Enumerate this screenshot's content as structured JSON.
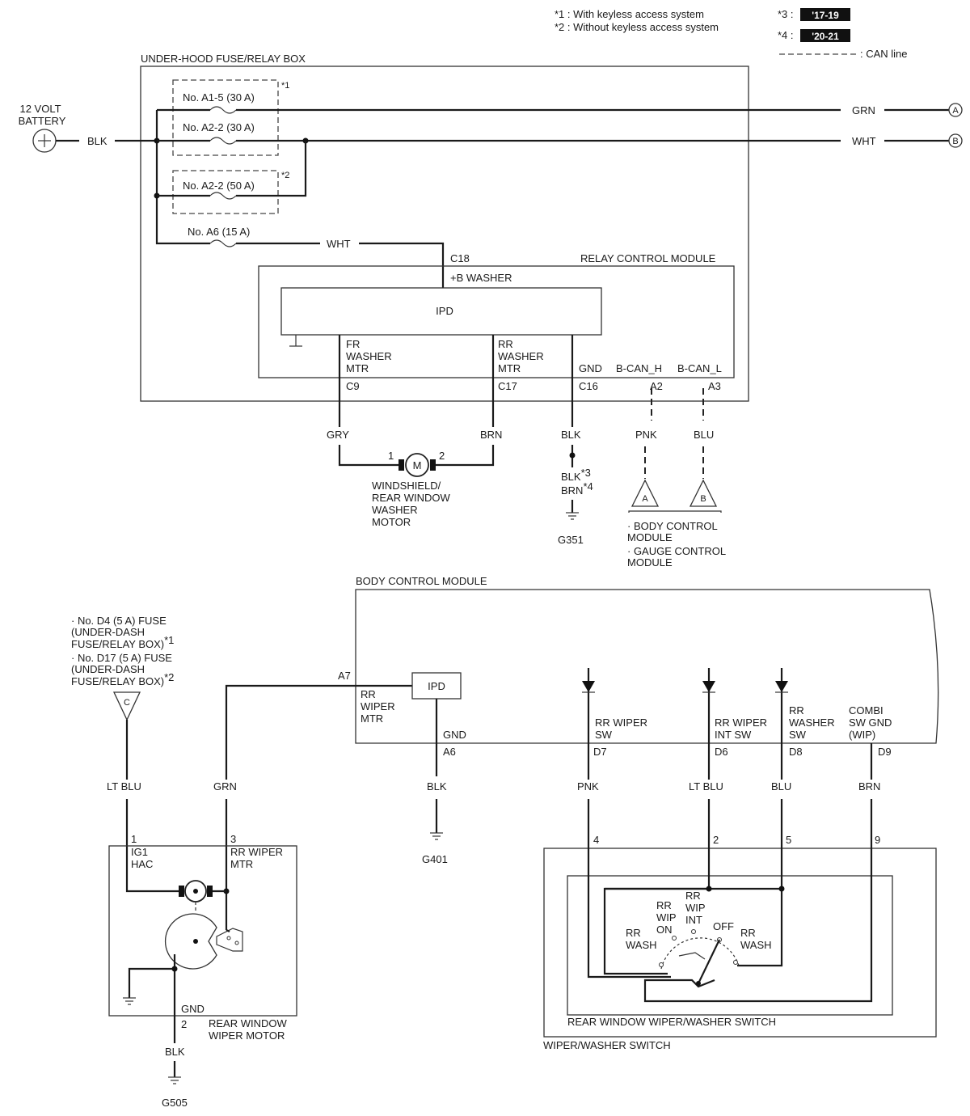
{
  "legend": {
    "note1": "*1 : With keyless access system",
    "note2": "*2 : Without keyless access system",
    "note3_key": "*3 :",
    "note3_val": "'17-19",
    "note4_key": "*4 :",
    "note4_val": "'20-21",
    "can_line": ": CAN line"
  },
  "underhood": {
    "title": "UNDER-HOOD FUSE/RELAY BOX",
    "battery": [
      "12 VOLT",
      "BATTERY"
    ],
    "battery_wire": "BLK",
    "fuse_a1_5": "No. A1-5 (30 A)",
    "fuse_a2_2_30": "No. A2-2 (30 A)",
    "fuse_a2_2_50": "No. A2-2 (50 A)",
    "fuse_a6": "No. A6 (15 A)",
    "star1": "*1",
    "star2": "*2",
    "wire_grn": "GRN",
    "wire_wht": "WHT",
    "conn_a": "A",
    "conn_b": "B",
    "a6_wire": "WHT"
  },
  "relay_module": {
    "title": "RELAY CONTROL MODULE",
    "c18": "C18",
    "b_washer": "+B WASHER",
    "ipd": "IPD",
    "fr_washer": [
      "FR",
      "WASHER",
      "MTR"
    ],
    "rr_washer": [
      "RR",
      "WASHER",
      "MTR"
    ],
    "gnd": "GND",
    "bcan_h": "B-CAN_H",
    "bcan_l": "B-CAN_L",
    "c9": "C9",
    "c17": "C17",
    "c16": "C16",
    "a2": "A2",
    "a3": "A3"
  },
  "washer_area": {
    "gry": "GRY",
    "brn": "BRN",
    "blk": "BLK",
    "pnk": "PNK",
    "blu": "BLU",
    "pin1": "1",
    "pin2": "2",
    "motor_letter": "M",
    "motor_label": [
      "WINDSHIELD/",
      "REAR WINDOW",
      "WASHER",
      "MOTOR"
    ],
    "blk_note": "BLK",
    "blk_sup": "*3",
    "brn_note": "BRN",
    "brn_sup": "*4",
    "g351": "G351",
    "tri_a": "A",
    "tri_b": "B",
    "bcm_note": [
      "· BODY CONTROL",
      "MODULE",
      "· GAUGE CONTROL",
      "MODULE"
    ]
  },
  "bcm": {
    "title": "BODY CONTROL MODULE",
    "a7": "A7",
    "rr_wiper_mtr": [
      "RR",
      "WIPER",
      "MTR"
    ],
    "ipd": "IPD",
    "gnd": "GND",
    "a6": "A6",
    "rr_wiper_sw": [
      "RR WIPER",
      "SW"
    ],
    "rr_wiper_int_sw": [
      "RR WIPER",
      "INT SW"
    ],
    "rr_washer_sw": [
      "RR",
      "WASHER",
      "SW"
    ],
    "combi": [
      "COMBI",
      "SW GND",
      "(WIP)"
    ],
    "d7": "D7",
    "d6": "D6",
    "d8": "D8",
    "d9": "D9"
  },
  "fuse_note": {
    "lines": [
      "· No. D4 (5 A) FUSE",
      "(UNDER-DASH",
      "FUSE/RELAY BOX)",
      "· No. D17 (5 A) FUSE",
      "(UNDER-DASH",
      "FUSE/RELAY BOX)"
    ],
    "sup1": "*1",
    "sup2": "*2",
    "tri_c": "C"
  },
  "lower_wires": {
    "lt_blu": "LT BLU",
    "grn": "GRN",
    "blk": "BLK",
    "pnk": "PNK",
    "lt_blu2": "LT BLU",
    "blu": "BLU",
    "brn": "BRN",
    "g401": "G401"
  },
  "rear_motor": {
    "pin1": "1",
    "ig1": "IG1",
    "hac": "HAC",
    "pin3": "3",
    "rr_wiper_mtr": [
      "RR WIPER",
      "MTR"
    ],
    "gnd": "GND",
    "pin2": "2",
    "label": [
      "REAR WINDOW",
      "WIPER MOTOR"
    ],
    "blk": "BLK",
    "g505": "G505"
  },
  "switch": {
    "pin4": "4",
    "pin2": "2",
    "pin5": "5",
    "pin9": "9",
    "rr_wash_left": [
      "RR",
      "WASH"
    ],
    "rr_wip_on": [
      "RR",
      "WIP",
      "ON"
    ],
    "rr_wip_int": [
      "RR",
      "WIP",
      "INT"
    ],
    "off": "OFF",
    "rr_wash_right": [
      "RR",
      "WASH"
    ],
    "inner_title": "REAR WINDOW WIPER/WASHER SWITCH",
    "outer_title": "WIPER/WASHER SWITCH"
  }
}
